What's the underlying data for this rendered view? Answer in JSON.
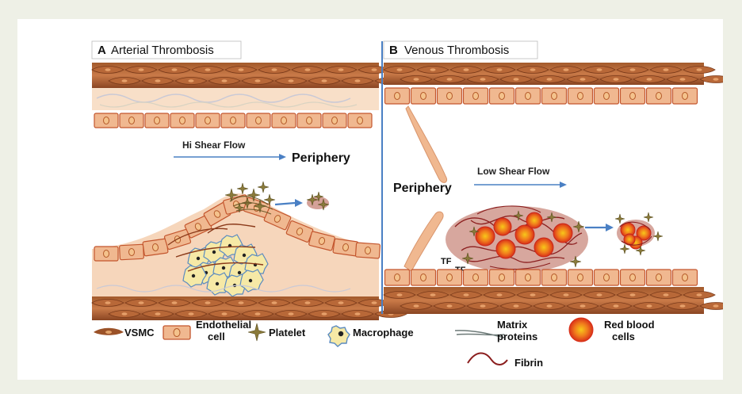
{
  "panel_a": {
    "letter": "A",
    "title": "Arterial Thrombosis",
    "flow_label": "Hi Shear Flow",
    "periphery": "Periphery"
  },
  "panel_b": {
    "letter": "B",
    "title": "Venous Thrombosis",
    "flow_label": "Low Shear Flow",
    "periphery": "Periphery",
    "tf_label": "TF"
  },
  "legend": {
    "vsmc": "VSMC",
    "endothelial_line1": "Endothelial",
    "endothelial_line2": "cell",
    "platelet": "Platelet",
    "macrophage": "Macrophage",
    "matrix_line1": "Matrix",
    "matrix_line2": "proteins",
    "fibrin": "Fibrin",
    "rbc_line1": "Red blood",
    "rbc_line2": "cells"
  },
  "colors": {
    "vsmc": "#8a4a24",
    "endothelial": "#f0b890",
    "tissue": "#f6d6bb",
    "flow_arrow": "#4a80c4",
    "macrophage": "#f6e9a6",
    "fibrin": "#8b1e1e",
    "rbc": "#e8401a",
    "platelet": "#8a7a3a",
    "clot_area": "#c98a7e"
  }
}
